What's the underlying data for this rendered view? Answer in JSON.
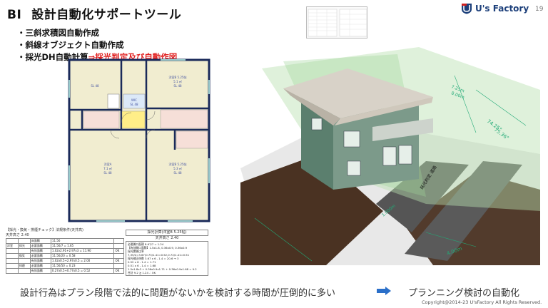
{
  "title": {
    "code": "BI",
    "text": "設計自動化サポートツール"
  },
  "page_number": "19",
  "logo": {
    "text": "U's Factory"
  },
  "bullets": [
    {
      "prefix": "・三斜求積図自動作成",
      "suffix": ""
    },
    {
      "prefix": "・斜線オブジェクト自動作成",
      "suffix": ""
    },
    {
      "prefix": "・採光DH自動計算",
      "suffix": "⇒採光判定及び自動作図"
    }
  ],
  "floorplan": {
    "rooms": [
      {
        "label": "SL 48"
      },
      {
        "label": "洋室B 5.25帖"
      },
      {
        "label": "5.1 ㎡"
      },
      {
        "label": "SL 48"
      },
      {
        "label": "WIC"
      },
      {
        "label": "SL 48"
      },
      {
        "label": "洋室A"
      },
      {
        "label": "7.1 ㎡"
      },
      {
        "label": "SL 48"
      },
      {
        "label": "洋室B 5.25帖"
      },
      {
        "label": "5.3 ㎡"
      },
      {
        "label": "SL 48"
      }
    ]
  },
  "table_left": {
    "header": "【採光・換気・排煙チェック】法規条件(天井高)",
    "subheader": "天井高さ 2.40",
    "rows": [
      [
        "",
        "",
        "床面積",
        "11.56",
        ""
      ],
      [
        "洋室",
        "採光",
        "必要面積",
        "11.56/7 = 1.65",
        ""
      ],
      [
        "",
        "",
        "有効面積",
        "1.02x2.91+2.97x3 = 11.90",
        "OK"
      ],
      [
        "",
        "換気",
        "必要面積",
        "11.56/20 = 0.58",
        ""
      ],
      [
        "",
        "",
        "有効面積",
        "1.02x0.5+2.97x0.5 = 2.00",
        "OK"
      ],
      [
        "",
        "排煙",
        "必要面積",
        "11.56/50 = 0.23",
        ""
      ],
      [
        "",
        "",
        "有効面積",
        "0.27x0.5+0.77x0.5 = 0.52",
        "OK"
      ]
    ]
  },
  "table_right": {
    "header": "採光計算(洋室B 5.25帖)",
    "subheader": "天井高さ 2.40",
    "lines": [
      "必要開口面積 8.67/7 = 1.24",
      "【有効開口面積】1.5x1.8, 0.36x0.9, 0.36x0.9",
      "採光関係比率 7.35/2=3.67(0.73/1.41=0.52,0.72/1.41=0.51",
      "採光補正係数 3.67 x 6 - 1.4 = 20.6 → 3",
      "0.52 x 6 - 1.4 = 1.71",
      "0.51 x 6 - 1.4 = 1.68",
      "1.5x1.8x3 + 0.36x0.9x1.71 + 0.36x0.9x1.68 = 9.2",
      "合計 9.2 ≧ 1.24 ∴ OK"
    ]
  },
  "render": {
    "labels": [
      "採光判定 道路",
      "4.00m",
      "1.000m",
      "74.25°",
      "75.36°",
      "8.00m",
      "7.25m"
    ]
  },
  "bottom": {
    "statement": "設計行為はプラン段階で法的に問題がないかを検討する時間が圧倒的に多い",
    "goal": "プランニング検討の自動化"
  },
  "copyright": "Copyright@2014-23 U'sFactory All Rights Reserved.",
  "colors": {
    "logo_blue": "#1c3f7a",
    "accent_red": "#e02020",
    "arrow_blue": "#2a6fc9",
    "plan_wall": "#1a2a5a",
    "plan_floor": "#f1edd0"
  }
}
